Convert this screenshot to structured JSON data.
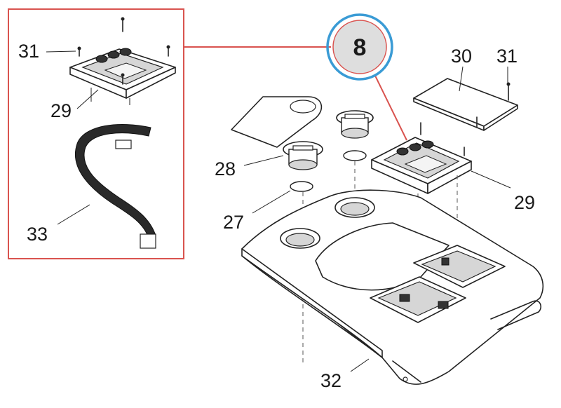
{
  "callout": {
    "number": "8",
    "ring_color": "#3a9bd5",
    "inner_ring_color": "#d9534f",
    "fill_color": "#dedede"
  },
  "detail_frame_color": "#d9534f",
  "labels": {
    "p31_left": "31",
    "p29_left": "29",
    "p33": "33",
    "p30": "30",
    "p31_right": "31",
    "p28": "28",
    "p27": "27",
    "p29_right": "29",
    "p32": "32"
  }
}
